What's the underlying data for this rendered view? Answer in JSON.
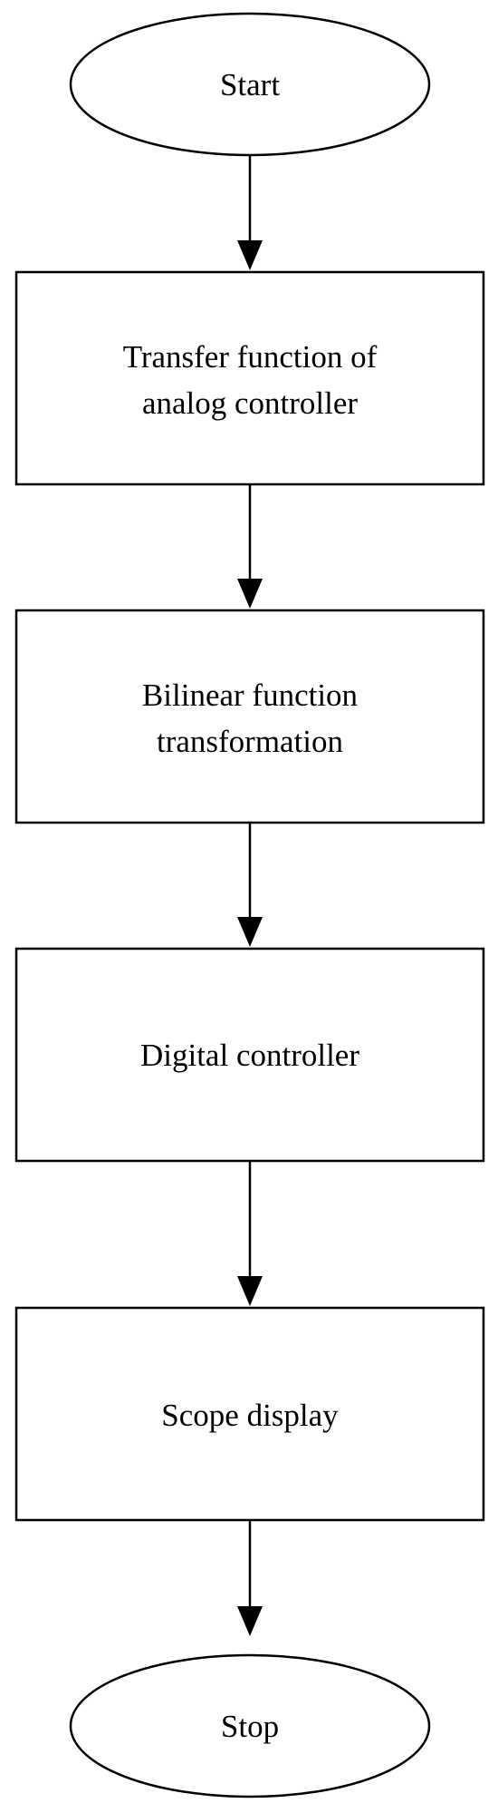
{
  "diagram": {
    "start": {
      "label": "Start"
    },
    "steps": [
      {
        "line1": "Transfer function of",
        "line2": "analog controller"
      },
      {
        "line1": "Bilinear function",
        "line2": "transformation"
      },
      {
        "line1": "Digital controller"
      },
      {
        "line1": "Scope display"
      }
    ],
    "stop": {
      "label": "Stop"
    }
  }
}
